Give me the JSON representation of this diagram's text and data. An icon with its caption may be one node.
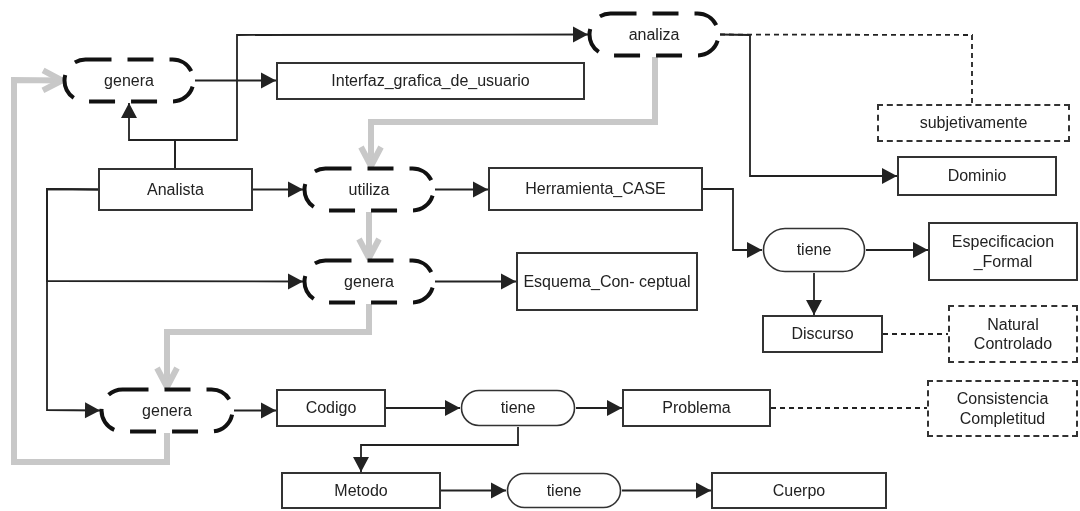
{
  "diagram": {
    "nodes": [
      {
        "text": [
          "genera"
        ]
      },
      {
        "text": [
          "Interfaz_grafica_de_usuario"
        ]
      },
      {
        "text": [
          "analiza"
        ]
      },
      {
        "text": [
          "subjetivamente"
        ]
      },
      {
        "text": [
          "Analista"
        ]
      },
      {
        "text": [
          "utiliza"
        ]
      },
      {
        "text": [
          "Herramienta_CASE"
        ]
      },
      {
        "text": [
          "Dominio"
        ]
      },
      {
        "text": [
          "tiene"
        ]
      },
      {
        "text": [
          "Especificacion _Formal"
        ]
      },
      {
        "text": [
          "genera"
        ]
      },
      {
        "text": [
          "Esquema_Con- ceptual"
        ]
      },
      {
        "text": [
          "Discurso"
        ]
      },
      {
        "text": [
          "Natural Controlado"
        ]
      },
      {
        "text": [
          "genera"
        ]
      },
      {
        "text": [
          "Codigo"
        ]
      },
      {
        "text": [
          "tiene"
        ]
      },
      {
        "text": [
          "Problema"
        ]
      },
      {
        "text": [
          "Consistencia Completitud"
        ]
      },
      {
        "text": [
          "Metodo"
        ]
      },
      {
        "text": [
          "tiene"
        ]
      },
      {
        "text": [
          "Cuerpo"
        ]
      }
    ],
    "edges": [
      {
        "from": 4,
        "to": 0,
        "arrow": "to"
      },
      {
        "from": 4,
        "to": 2,
        "arrow": "to"
      },
      {
        "from": 0,
        "to": 1,
        "arrow": "to"
      },
      {
        "from": 2,
        "to": 7,
        "arrow": "to"
      },
      {
        "from": 2,
        "to": 3,
        "arrow": "none",
        "style": "dashed"
      },
      {
        "from": 4,
        "to": 5,
        "arrow": "to"
      },
      {
        "from": 5,
        "to": 6,
        "arrow": "to"
      },
      {
        "from": 6,
        "to": 8,
        "arrow": "to"
      },
      {
        "from": 8,
        "to": 9,
        "arrow": "to"
      },
      {
        "from": 8,
        "to": 12,
        "arrow": "to"
      },
      {
        "from": 12,
        "to": 13,
        "arrow": "none",
        "style": "dashed"
      },
      {
        "from": 4,
        "to": 10,
        "arrow": "to"
      },
      {
        "from": 4,
        "to": 14,
        "arrow": "to"
      },
      {
        "from": 10,
        "to": 11,
        "arrow": "to"
      },
      {
        "from": 14,
        "to": 15,
        "arrow": "to"
      },
      {
        "from": 15,
        "to": 16,
        "arrow": "to"
      },
      {
        "from": 16,
        "to": 17,
        "arrow": "to"
      },
      {
        "from": 17,
        "to": 18,
        "arrow": "none",
        "style": "dashed"
      },
      {
        "from": 16,
        "to": 19,
        "arrow": "to"
      },
      {
        "from": 19,
        "to": 20,
        "arrow": "to"
      },
      {
        "from": 20,
        "to": 21,
        "arrow": "to"
      },
      {
        "from": 2,
        "to": 5,
        "arrow": "to",
        "style": "thick",
        "color": "#c8c8c8"
      },
      {
        "from": 5,
        "to": 10,
        "arrow": "to",
        "style": "thick",
        "color": "#c8c8c8"
      },
      {
        "from": 10,
        "to": 14,
        "arrow": "to",
        "style": "thick",
        "color": "#c8c8c8"
      },
      {
        "from": 14,
        "to": 0,
        "arrow": "to",
        "style": "thick",
        "color": "#c8c8c8"
      }
    ]
  }
}
